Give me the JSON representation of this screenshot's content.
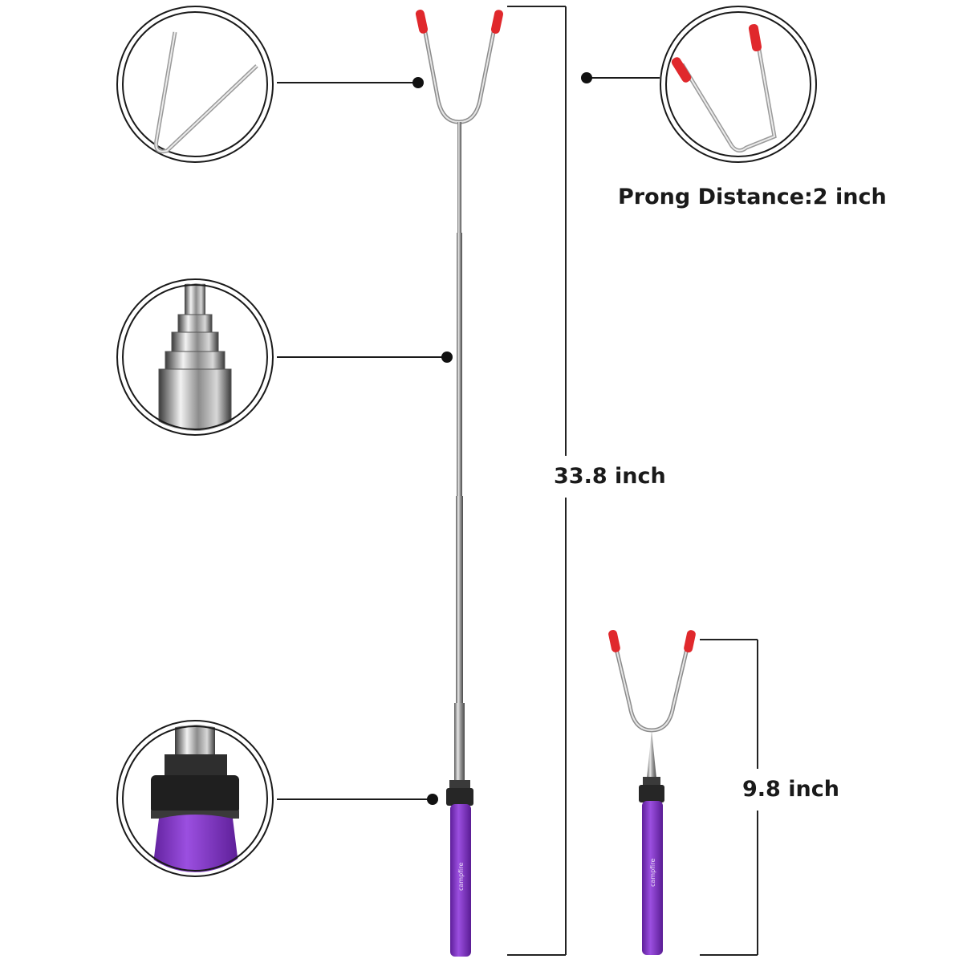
{
  "annotations": {
    "prong_distance": "Prong Distance:2 inch",
    "extended_length": "33.8 inch",
    "collapsed_length": "9.8 inch"
  },
  "colors": {
    "handle": "#8a3ccf",
    "tip": "#e0282c",
    "steel": "#9a9a9a"
  },
  "icons": [
    "prong-closeup-icon",
    "telescoping-tube-icon",
    "handle-joint-icon",
    "prong-tips-icon"
  ]
}
